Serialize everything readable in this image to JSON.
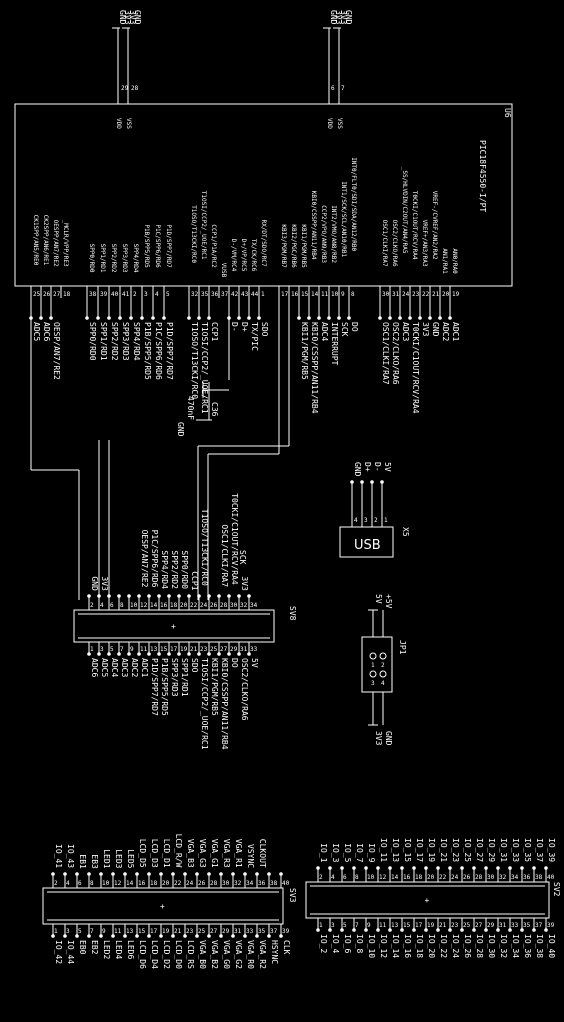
{
  "power_labels": [
    "GND",
    "3V3"
  ],
  "u6": {
    "ref": "U6",
    "part": "PIC18F4550-I/PT",
    "vdd_label": "VDD",
    "vss_label": "VSS",
    "power_pins": [
      "28",
      "29",
      "6",
      "7"
    ],
    "left_group": [
      {
        "name": "CK1SPP/AN5/RE0",
        "pin": "25",
        "net": "ADC5"
      },
      {
        "name": "CK2SPP/AN6/RE1",
        "pin": "26",
        "net": "ADC6"
      },
      {
        "name": "OESPP/AN7/RE2",
        "pin": "27",
        "net": "OESP/AN7/RE2"
      },
      {
        "name": "_MCLR/VPP/RE3",
        "pin": "18",
        "net": ""
      }
    ],
    "port_d": [
      {
        "name": "SPP0/RD0",
        "pin": "38",
        "net": "SPP0/RD0"
      },
      {
        "name": "SPP1/RD1",
        "pin": "39",
        "net": "SPP1/RD1"
      },
      {
        "name": "SPP2/RD2",
        "pin": "40",
        "net": "SPP2/RD2"
      },
      {
        "name": "SPP3/RD3",
        "pin": "41",
        "net": "SPP3/RD3"
      },
      {
        "name": "SPP4/RD4",
        "pin": "2",
        "net": "SPP4/RD4"
      },
      {
        "name": "P1B/SPP5/RD5",
        "pin": "3",
        "net": "P1B/SPP5/RD5"
      },
      {
        "name": "P1C/SPP6/RD6",
        "pin": "4",
        "net": "P1C/SPP6/RD6"
      },
      {
        "name": "P1D/SPP7/RD7",
        "pin": "5",
        "net": "P1D/SPP7/RD7"
      }
    ],
    "port_c": [
      {
        "name": "T1OSO/T13CKI/RC0",
        "pin": "32",
        "net": "T1OSO/T13CKI/RC0"
      },
      {
        "name": "T1OSI/CCP2/_UOE/RC1",
        "pin": "35",
        "net": "T1OSI/CCP2/_UOE/RC1"
      },
      {
        "name": "CCP1/P1A/RC2",
        "pin": "36",
        "net": "CCP1"
      },
      {
        "name": "VUSB",
        "pin": "37",
        "net": ""
      },
      {
        "name": "D-/VM/RC4",
        "pin": "42",
        "net": "D-"
      },
      {
        "name": "D+/VP/RC5",
        "pin": "43",
        "net": "D+"
      },
      {
        "name": "TX/CK/RC6",
        "pin": "44",
        "net": "TX/PIC"
      },
      {
        "name": "RX/DT/SDO/RC7",
        "pin": "1",
        "net": "SDO"
      }
    ],
    "port_b": [
      {
        "name": "KBI3/PGM/RB7",
        "pin": "17",
        "net": ""
      },
      {
        "name": "KBI2/PGC/RB6",
        "pin": "16",
        "net": ""
      },
      {
        "name": "KBI1/PGM/RB5",
        "pin": "15",
        "net": "KBI1/PGM/RB5"
      },
      {
        "name": "KBI0/CSSPP/AN11/RB4",
        "pin": "14",
        "net": "KBI0/CSSPP/AN11/RB4"
      },
      {
        "name": "CCP2/VPO/AN9/RB3",
        "pin": "11",
        "net": "ADC4"
      },
      {
        "name": "INT2/VMO/AN8/RB2",
        "pin": "10",
        "net": "INTERRUPT"
      },
      {
        "name": "INT1/SCK/SCL/AN10/RB1",
        "pin": "9",
        "net": "SCK"
      },
      {
        "name": "INT0/FLT0/SDI/SDA/AN12/RB0",
        "pin": "8",
        "net": "DO"
      }
    ],
    "port_a": [
      {
        "name": "OSC1/CLKI/RA7",
        "pin": "30",
        "net": "OSC1/CLKI/RA7"
      },
      {
        "name": "OSC2/CLKO/RA6",
        "pin": "31",
        "net": "OSC2/CLKO/RA6"
      },
      {
        "name": "_SS/HLVDIN/C2OUT/AN4/RA5",
        "pin": "24",
        "net": "ADC3"
      },
      {
        "name": "T0CKI/C1OUT/RCV/RA4",
        "pin": "23",
        "net": "T0CKI/C1OUT/RCV/RA4"
      },
      {
        "name": "VREF+/AN3/RA3",
        "pin": "22",
        "net": "3V3"
      },
      {
        "name": "VREF-/CVREF/AN2/RA2",
        "pin": "21",
        "net": "GND"
      },
      {
        "name": "AN1/RA1",
        "pin": "20",
        "net": "ADC2"
      },
      {
        "name": "AN0/RA0",
        "pin": "19",
        "net": "ADC1"
      }
    ]
  },
  "c36": {
    "ref": "C36",
    "value": "470nF",
    "gnd": "GND"
  },
  "x5": {
    "ref": "X5",
    "label": "USB",
    "pins": [
      "GND",
      "D+",
      "D-",
      "5V"
    ],
    "pin_nums": [
      "4",
      "3",
      "2",
      "1"
    ]
  },
  "jp1": {
    "ref": "JP1",
    "top_labels": [
      "5V",
      "+5V"
    ],
    "bottom_labels": [
      "3V3",
      "GND"
    ],
    "pins": [
      "1",
      "2",
      "3",
      "4"
    ]
  },
  "sv8": {
    "ref": "SV8",
    "top_nets": [
      "GND",
      "3V3",
      "",
      "",
      "",
      "OESP/AN7/RE2",
      "P1C/SPP6/RD6",
      "SPP4/RD4",
      "SPP2/RD2",
      "SPP0/RD0",
      "CCP1",
      "T1OSO/T13CKI/RC0",
      "",
      "OSC1/CLKI/RA7",
      "T0CKI/C1OUT/RCV/RA4",
      "3V3"
    ],
    "top_nums": [
      "2",
      "4",
      "6",
      "8",
      "10",
      "12",
      "14",
      "16",
      "18",
      "20",
      "22",
      "24",
      "26",
      "28",
      "30",
      "32",
      "34"
    ],
    "bottom_nets": [
      "ADC6",
      "ADC5",
      "ADC4",
      "ADC3",
      "ADC2",
      "ADC1",
      "P1D/SPP7/RD7",
      "P1B/SPP5/RD5",
      "SPP3/RD3",
      "SPP1/RD1",
      "SDO",
      "T1OSI/CCP2/_UOE/RC1",
      "KBI1/PGM/RB5",
      "KBI0/CSSPP/AN11/RB4",
      "DO",
      "OSC2/CLKO/RA6",
      "5V"
    ],
    "bottom_nums": [
      "1",
      "3",
      "5",
      "7",
      "9",
      "11",
      "13",
      "15",
      "17",
      "19",
      "21",
      "23",
      "25",
      "27",
      "29",
      "31",
      "33"
    ],
    "extra_top": [
      "SCK"
    ]
  },
  "sv3": {
    "ref": "SV3",
    "top_nets": [
      "IO_41",
      "IO_43",
      "EB1",
      "EB3",
      "LED1",
      "LED3",
      "LED5",
      "LCD_D5",
      "LCD_D3",
      "LCD_D1",
      "LCD_R/W",
      "VGA_B3",
      "VGA_G3",
      "VGA_G1",
      "VGA_R3",
      "VGA_R1",
      "VSYNC",
      "CLKOUT"
    ],
    "top_nums": [
      "2",
      "4",
      "6",
      "8",
      "10",
      "12",
      "14",
      "16",
      "18",
      "20",
      "22",
      "24",
      "26",
      "28",
      "30",
      "32",
      "34",
      "36",
      "38",
      "40"
    ],
    "bottom_nets": [
      "IO_42",
      "IO_44",
      "EB0",
      "EB2",
      "LED2",
      "LED4",
      "LED6",
      "LCD_D6",
      "LCD_D4",
      "LCD_D2",
      "LCD_D0",
      "LCD_RS",
      "VGA_B0",
      "VGA_B2",
      "VGA_G0",
      "VGA_G2",
      "VGA_R0",
      "VGA_R2",
      "HSYNC",
      "CLK"
    ],
    "bottom_nums": [
      "1",
      "3",
      "5",
      "7",
      "9",
      "11",
      "13",
      "15",
      "17",
      "19",
      "21",
      "23",
      "25",
      "27",
      "29",
      "31",
      "33",
      "35",
      "37",
      "39"
    ]
  },
  "sv2": {
    "ref": "SV2",
    "top_nets": [
      "IO_1",
      "IO_3",
      "IO_5",
      "IO_7",
      "IO_9",
      "IO_11",
      "IO_13",
      "IO_15",
      "IO_17",
      "IO_19",
      "IO_21",
      "IO_23",
      "IO_25",
      "IO_27",
      "IO_29",
      "IO_31",
      "IO_33",
      "IO_35",
      "IO_37",
      "IO_39"
    ],
    "top_nums": [
      "2",
      "4",
      "6",
      "8",
      "10",
      "12",
      "14",
      "16",
      "18",
      "20",
      "22",
      "24",
      "26",
      "28",
      "30",
      "32",
      "34",
      "36",
      "38",
      "40"
    ],
    "bottom_nets": [
      "IO_2",
      "IO_4",
      "IO_6",
      "IO_8",
      "IO_10",
      "IO_12",
      "IO_14",
      "IO_16",
      "IO_18",
      "IO_20",
      "IO_22",
      "IO_24",
      "IO_26",
      "IO_28",
      "IO_30",
      "IO_32",
      "IO_34",
      "IO_36",
      "IO_38",
      "IO_40"
    ],
    "bottom_nums": [
      "1",
      "3",
      "5",
      "7",
      "9",
      "11",
      "13",
      "15",
      "17",
      "19",
      "21",
      "23",
      "25",
      "27",
      "29",
      "31",
      "33",
      "35",
      "37",
      "39"
    ]
  }
}
